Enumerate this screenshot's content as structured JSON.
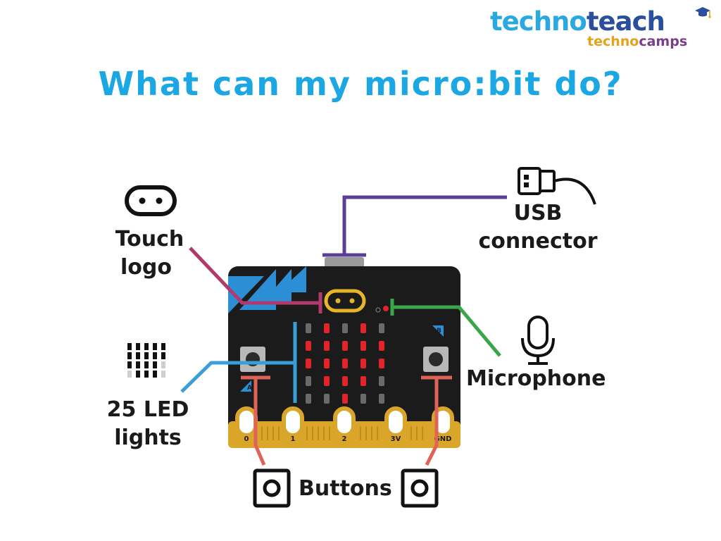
{
  "brand": {
    "logo_part1": "techno",
    "logo_part2": "teach",
    "sub_part1": "techno",
    "sub_part2": "camps",
    "colors": {
      "techno": "#2aa8e0",
      "teach": "#2a4f9c",
      "sub1": "#e5a31b",
      "sub2": "#7a3d8a"
    }
  },
  "title": "What can my micro:bit do?",
  "labels": {
    "touch_line1": "Touch",
    "touch_line2": "logo",
    "usb_line1": "USB",
    "usb_line2": "connector",
    "microphone": "Microphone",
    "led_line1": "25 LED",
    "led_line2": "lights",
    "buttons": "Buttons"
  },
  "board": {
    "button_a": "A",
    "button_b": "B",
    "pins": [
      "0",
      "1",
      "2",
      "3V",
      "GND"
    ]
  },
  "colors": {
    "title": "#1ba6e4",
    "usb_line": "#5b3e96",
    "touch_line": "#b03a6e",
    "microphone_line": "#3aa64a",
    "led_line": "#3a9fd8",
    "buttons_line": "#e0635a",
    "board": "#1b1b1b",
    "edge": "#d9a62a",
    "led_on": "#e0242a"
  }
}
